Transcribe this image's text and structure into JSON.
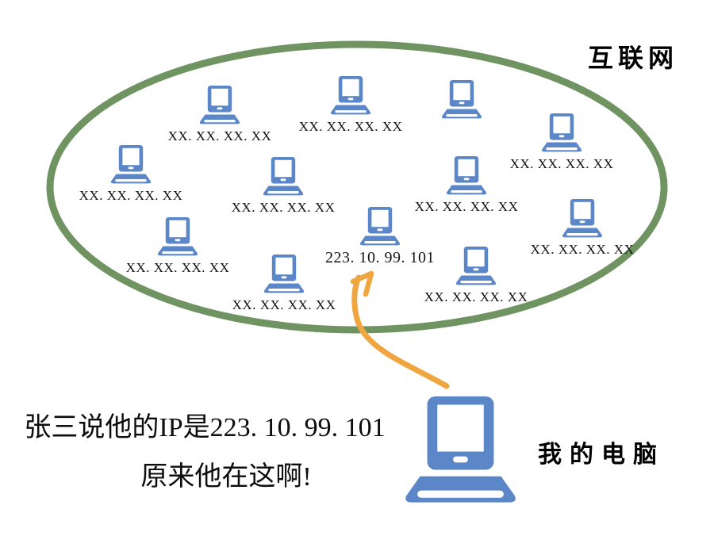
{
  "internet": {
    "label": "互联网"
  },
  "my_computer": {
    "label": "我的电脑"
  },
  "caption": {
    "line1": "张三说他的IP是223. 10. 99. 101",
    "line2": "原来他在这啊!"
  },
  "target_ip": "223. 10. 99. 101",
  "nodes": [
    {
      "label": "XX. XX. XX. XX"
    },
    {
      "label": "XX. XX. XX. XX"
    },
    {
      "label": ""
    },
    {
      "label": "XX. XX. XX. XX"
    },
    {
      "label": "XX. XX. XX. XX"
    },
    {
      "label": "XX. XX. XX. XX"
    },
    {
      "label": "XX. XX. XX. XX"
    },
    {
      "label": "XX. XX. XX. XX"
    },
    {
      "label": "XX. XX. XX. XX"
    },
    {
      "label": "223. 10. 99. 101"
    },
    {
      "label": "XX. XX. XX. XX"
    },
    {
      "label": "XX. XX. XX. XX"
    }
  ],
  "colors": {
    "laptop_blue": "#5b87c8",
    "ellipse_green": "#6f9361",
    "arrow_orange": "#f0a640",
    "text_black": "#111111"
  }
}
